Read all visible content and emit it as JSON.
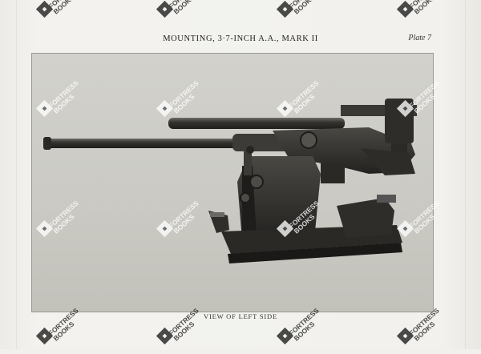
{
  "page": {
    "title": "MOUNTING, 3·7-INCH A.A., MARK II",
    "plate": "Plate 7",
    "caption": "VIEW OF LEFT SIDE"
  },
  "photo": {
    "subject": "3.7-inch anti-aircraft gun mounting, left side",
    "tone": "#3a3936"
  },
  "watermark": {
    "line1": "FORTRESS",
    "line2": "BOOKS",
    "icon": "fortress-books-logo-icon"
  }
}
